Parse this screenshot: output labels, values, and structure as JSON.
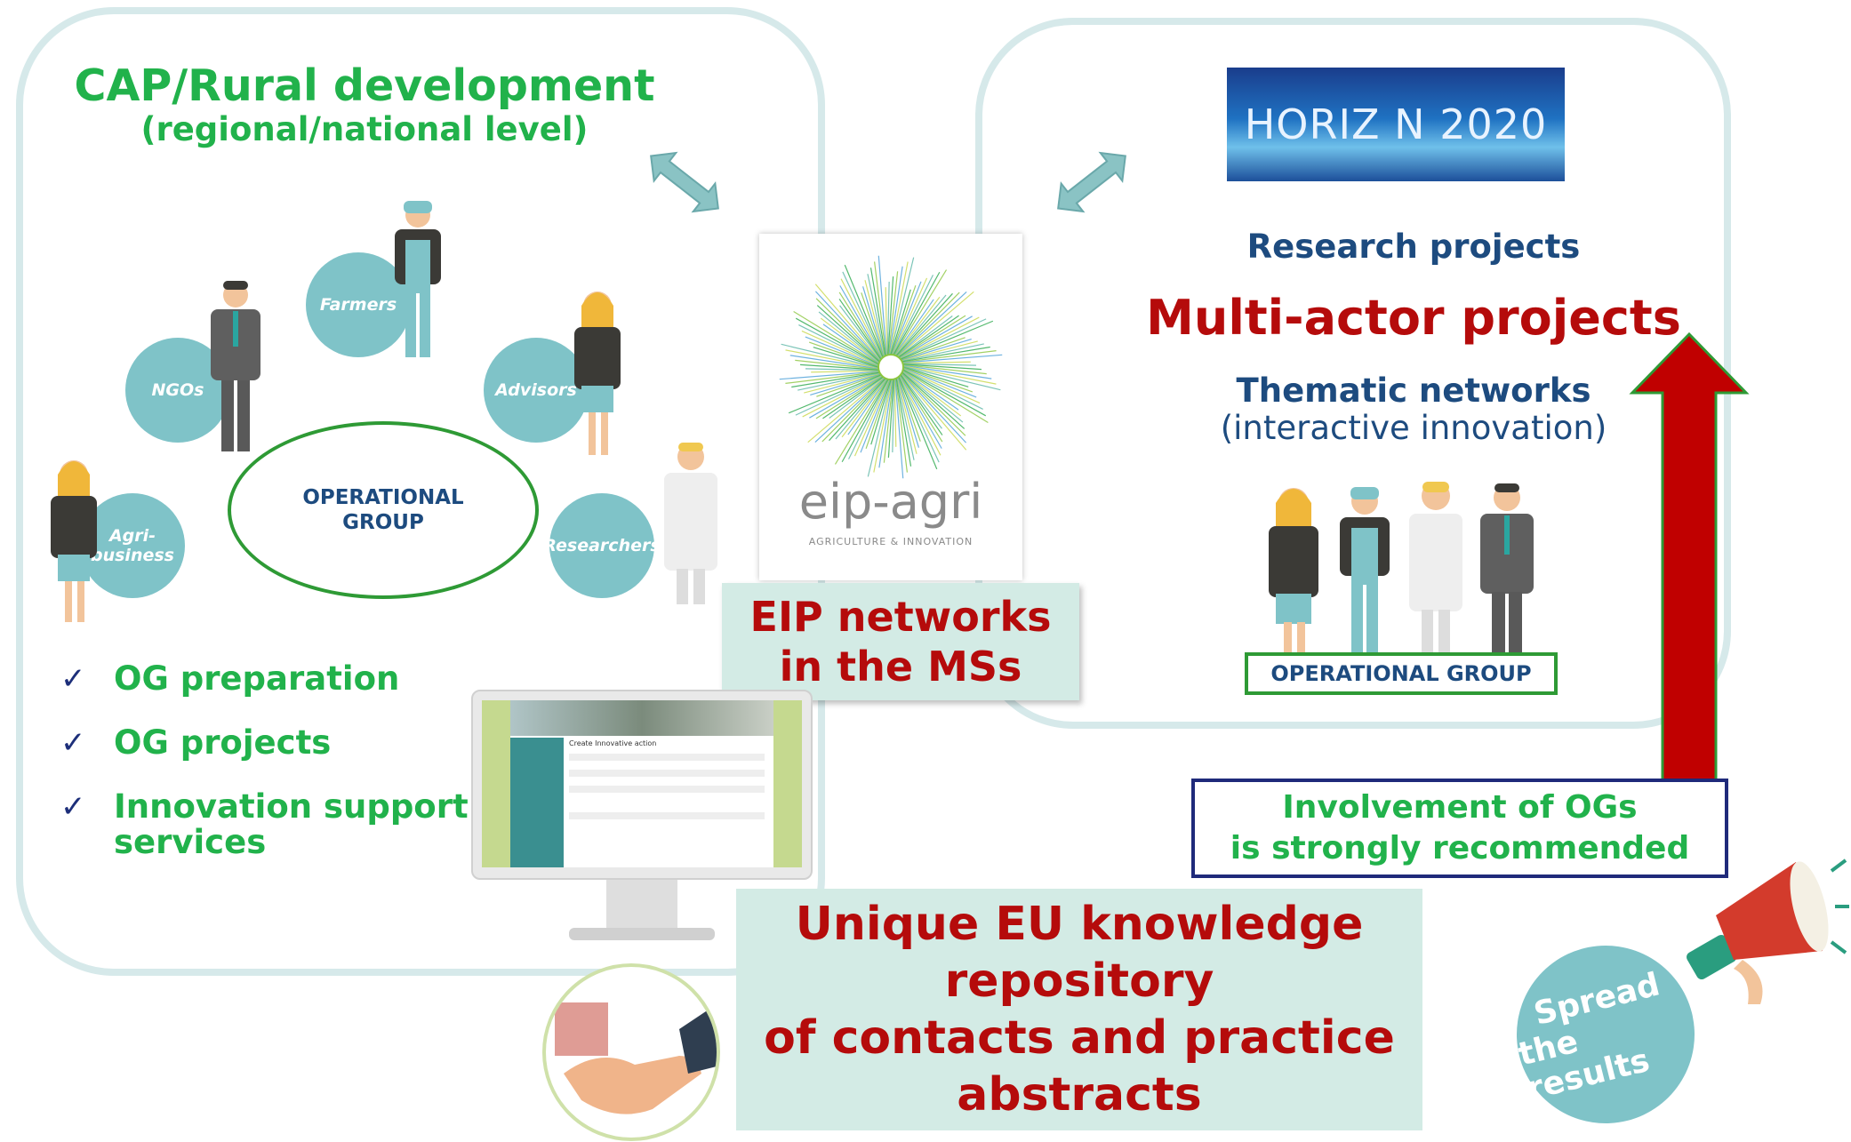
{
  "left_panel": {
    "title": "CAP/Rural development",
    "subtitle": "(regional/national level)",
    "actors": {
      "farmers": "Farmers",
      "ngos": "NGOs",
      "advisors": "Advisors",
      "agribusiness_line1": "Agri-",
      "agribusiness_line2": "business",
      "researchers": "Researchers"
    },
    "operational_group_line1": "OPERATIONAL",
    "operational_group_line2": "GROUP",
    "checklist": [
      {
        "label": "OG preparation"
      },
      {
        "label": "OG projects"
      },
      {
        "label_line1": "Innovation support",
        "label_line2": "services"
      }
    ]
  },
  "center": {
    "logo_name": "eip-agri",
    "logo_tagline": "AGRICULTURE & INNOVATION",
    "eip_networks_line1": "EIP networks",
    "eip_networks_line2": "in the MSs",
    "monitor_screen_title": "Create Innovative action"
  },
  "right_panel": {
    "horizon_logo": "HORIZ N 2020",
    "research_projects": "Research projects",
    "multi_actor": "Multi-actor projects",
    "thematic_networks": "Thematic networks",
    "interactive_innovation": "(interactive innovation)",
    "operational_group": "OPERATIONAL GROUP"
  },
  "involvement": {
    "line1": "Involvement of OGs",
    "line2": "is strongly recommended"
  },
  "repository": {
    "line1": "Unique EU knowledge",
    "line2": "repository",
    "line3": "of contacts and practice",
    "line4": "abstracts"
  },
  "spread": {
    "line1": "Spread",
    "line2": "the results"
  },
  "colors": {
    "green": "#21b24b",
    "navy": "#1d4b7f",
    "red": "#b50b0b",
    "teal_circle": "#7fc3c8",
    "teal_box": "#d3ebe5",
    "panel_border": "#d6e9ea"
  }
}
